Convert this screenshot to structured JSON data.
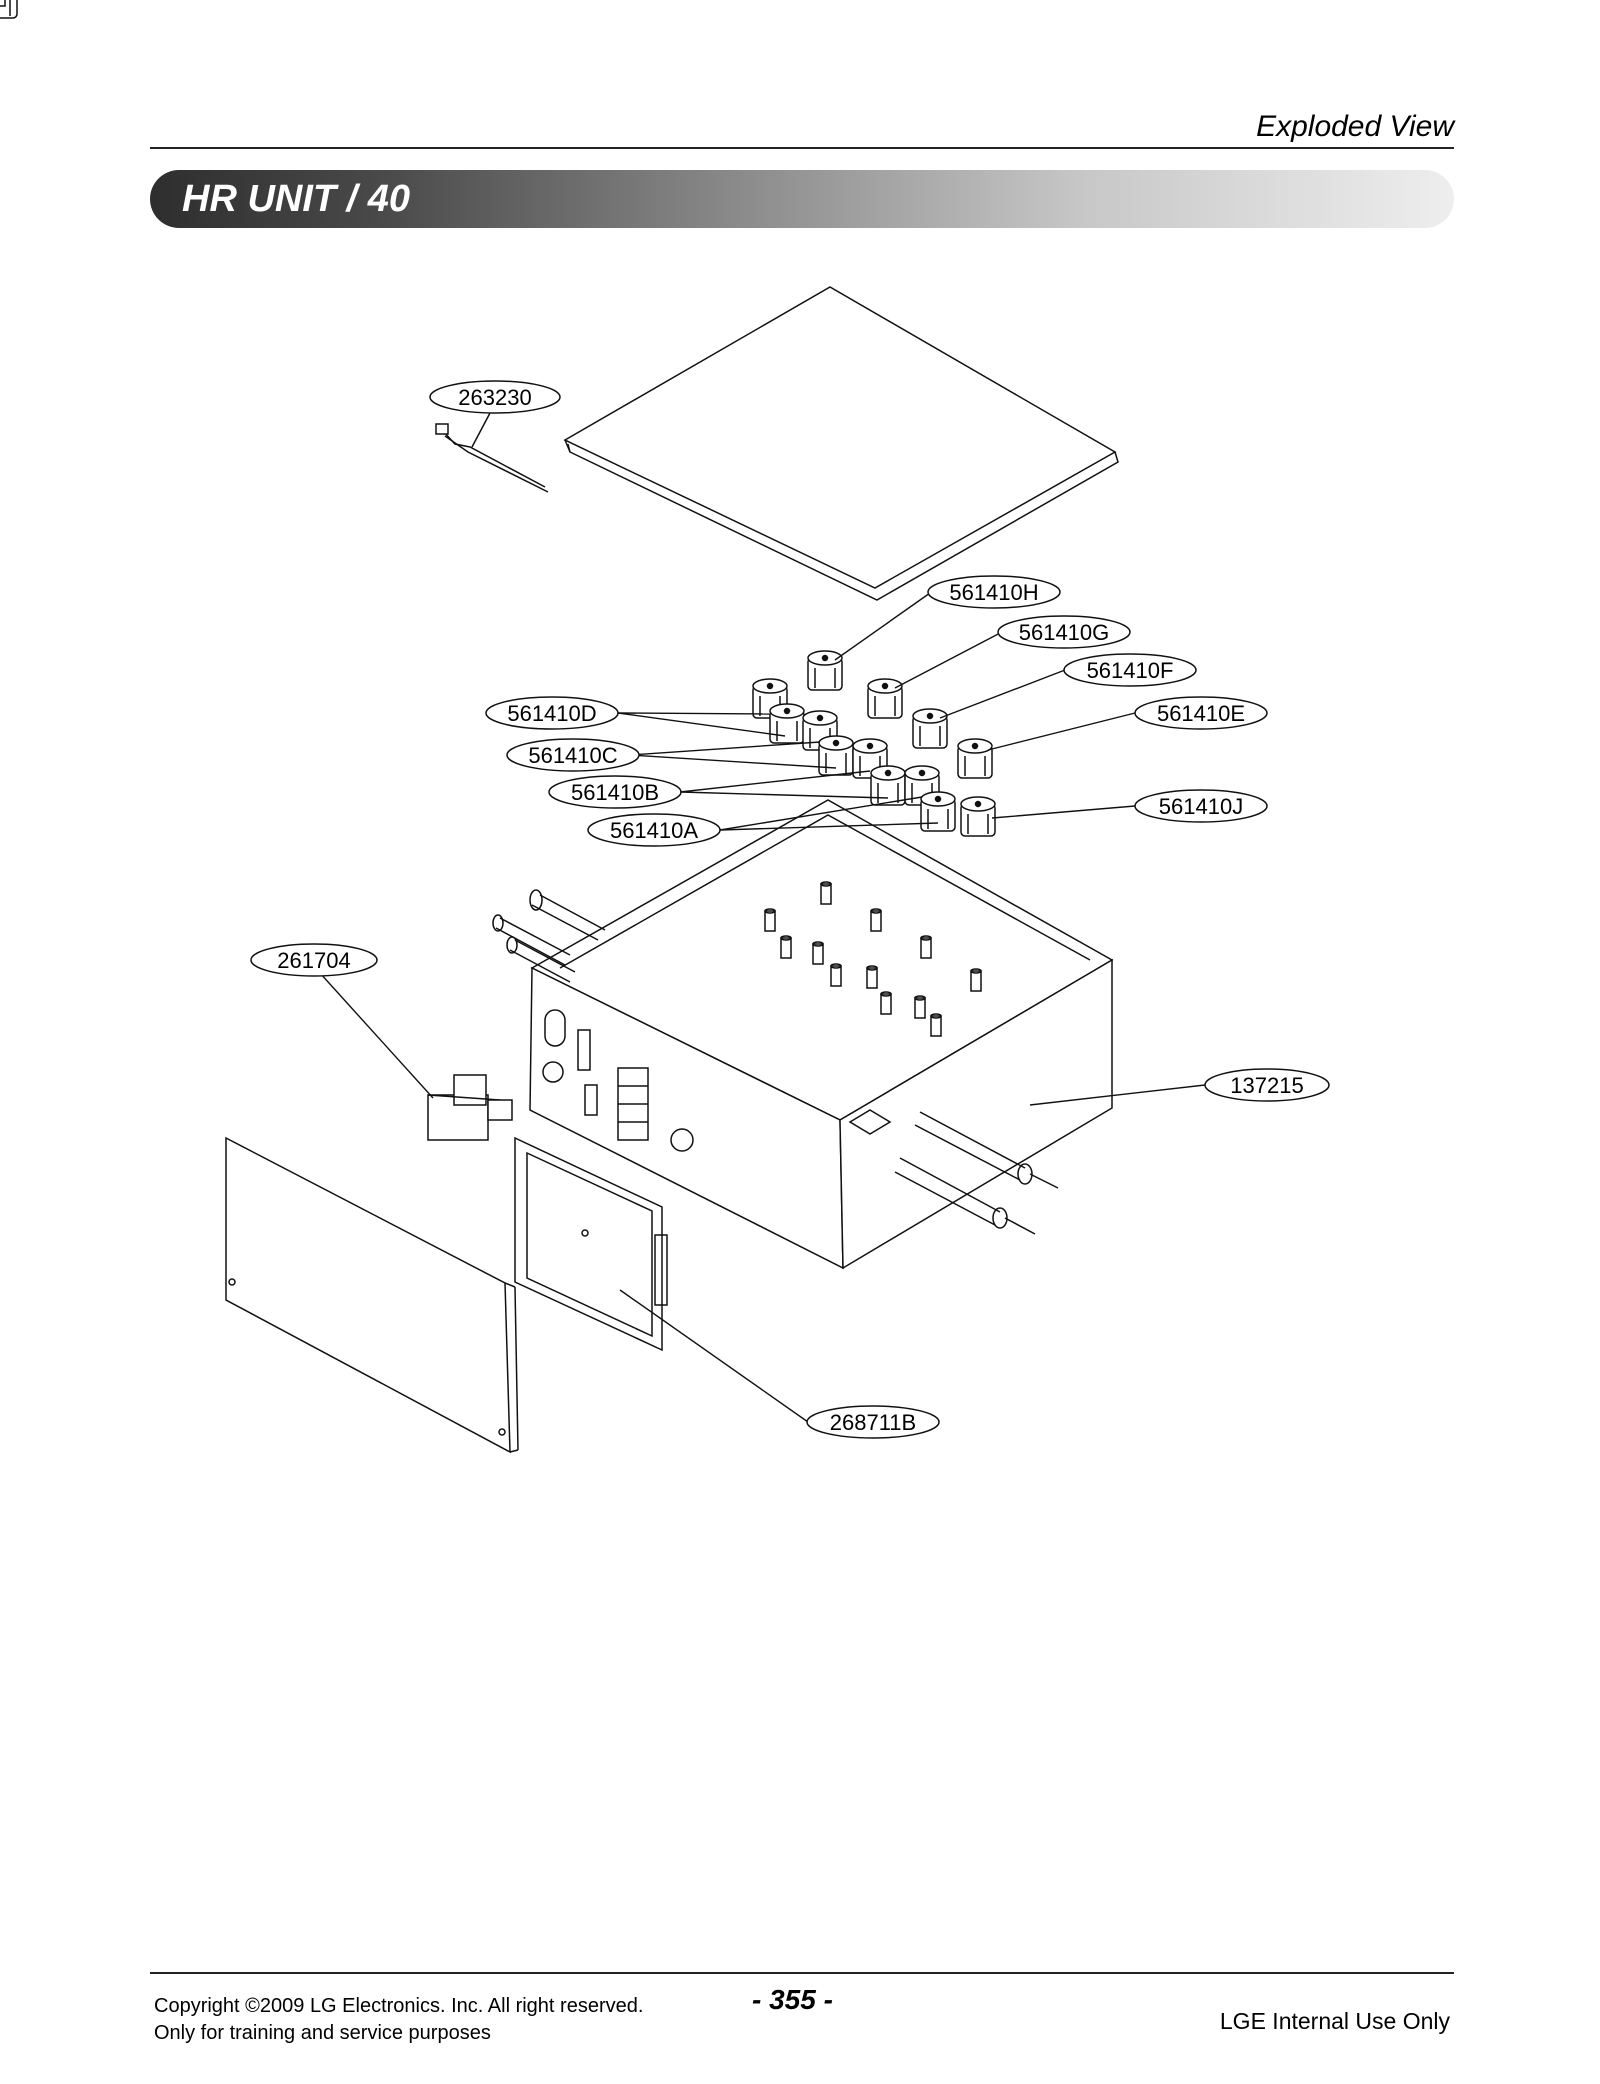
{
  "header": {
    "section_title": "Exploded View"
  },
  "banner": {
    "title": "HR UNIT / 40"
  },
  "callouts": {
    "c263230": "263230",
    "c561410H": "561410H",
    "c561410G": "561410G",
    "c561410F": "561410F",
    "c561410E": "561410E",
    "c561410D": "561410D",
    "c561410C": "561410C",
    "c561410B": "561410B",
    "c561410A": "561410A",
    "c561410J": "561410J",
    "c261704": "261704",
    "c137215": "137215",
    "c268711B": "268711B"
  },
  "footer": {
    "copyright": "Copyright ©2009 LG Electronics. Inc. All right reserved.",
    "purpose": "Only for training and service purposes",
    "page_number": "- 355 -",
    "internal": "LGE Internal Use Only"
  }
}
